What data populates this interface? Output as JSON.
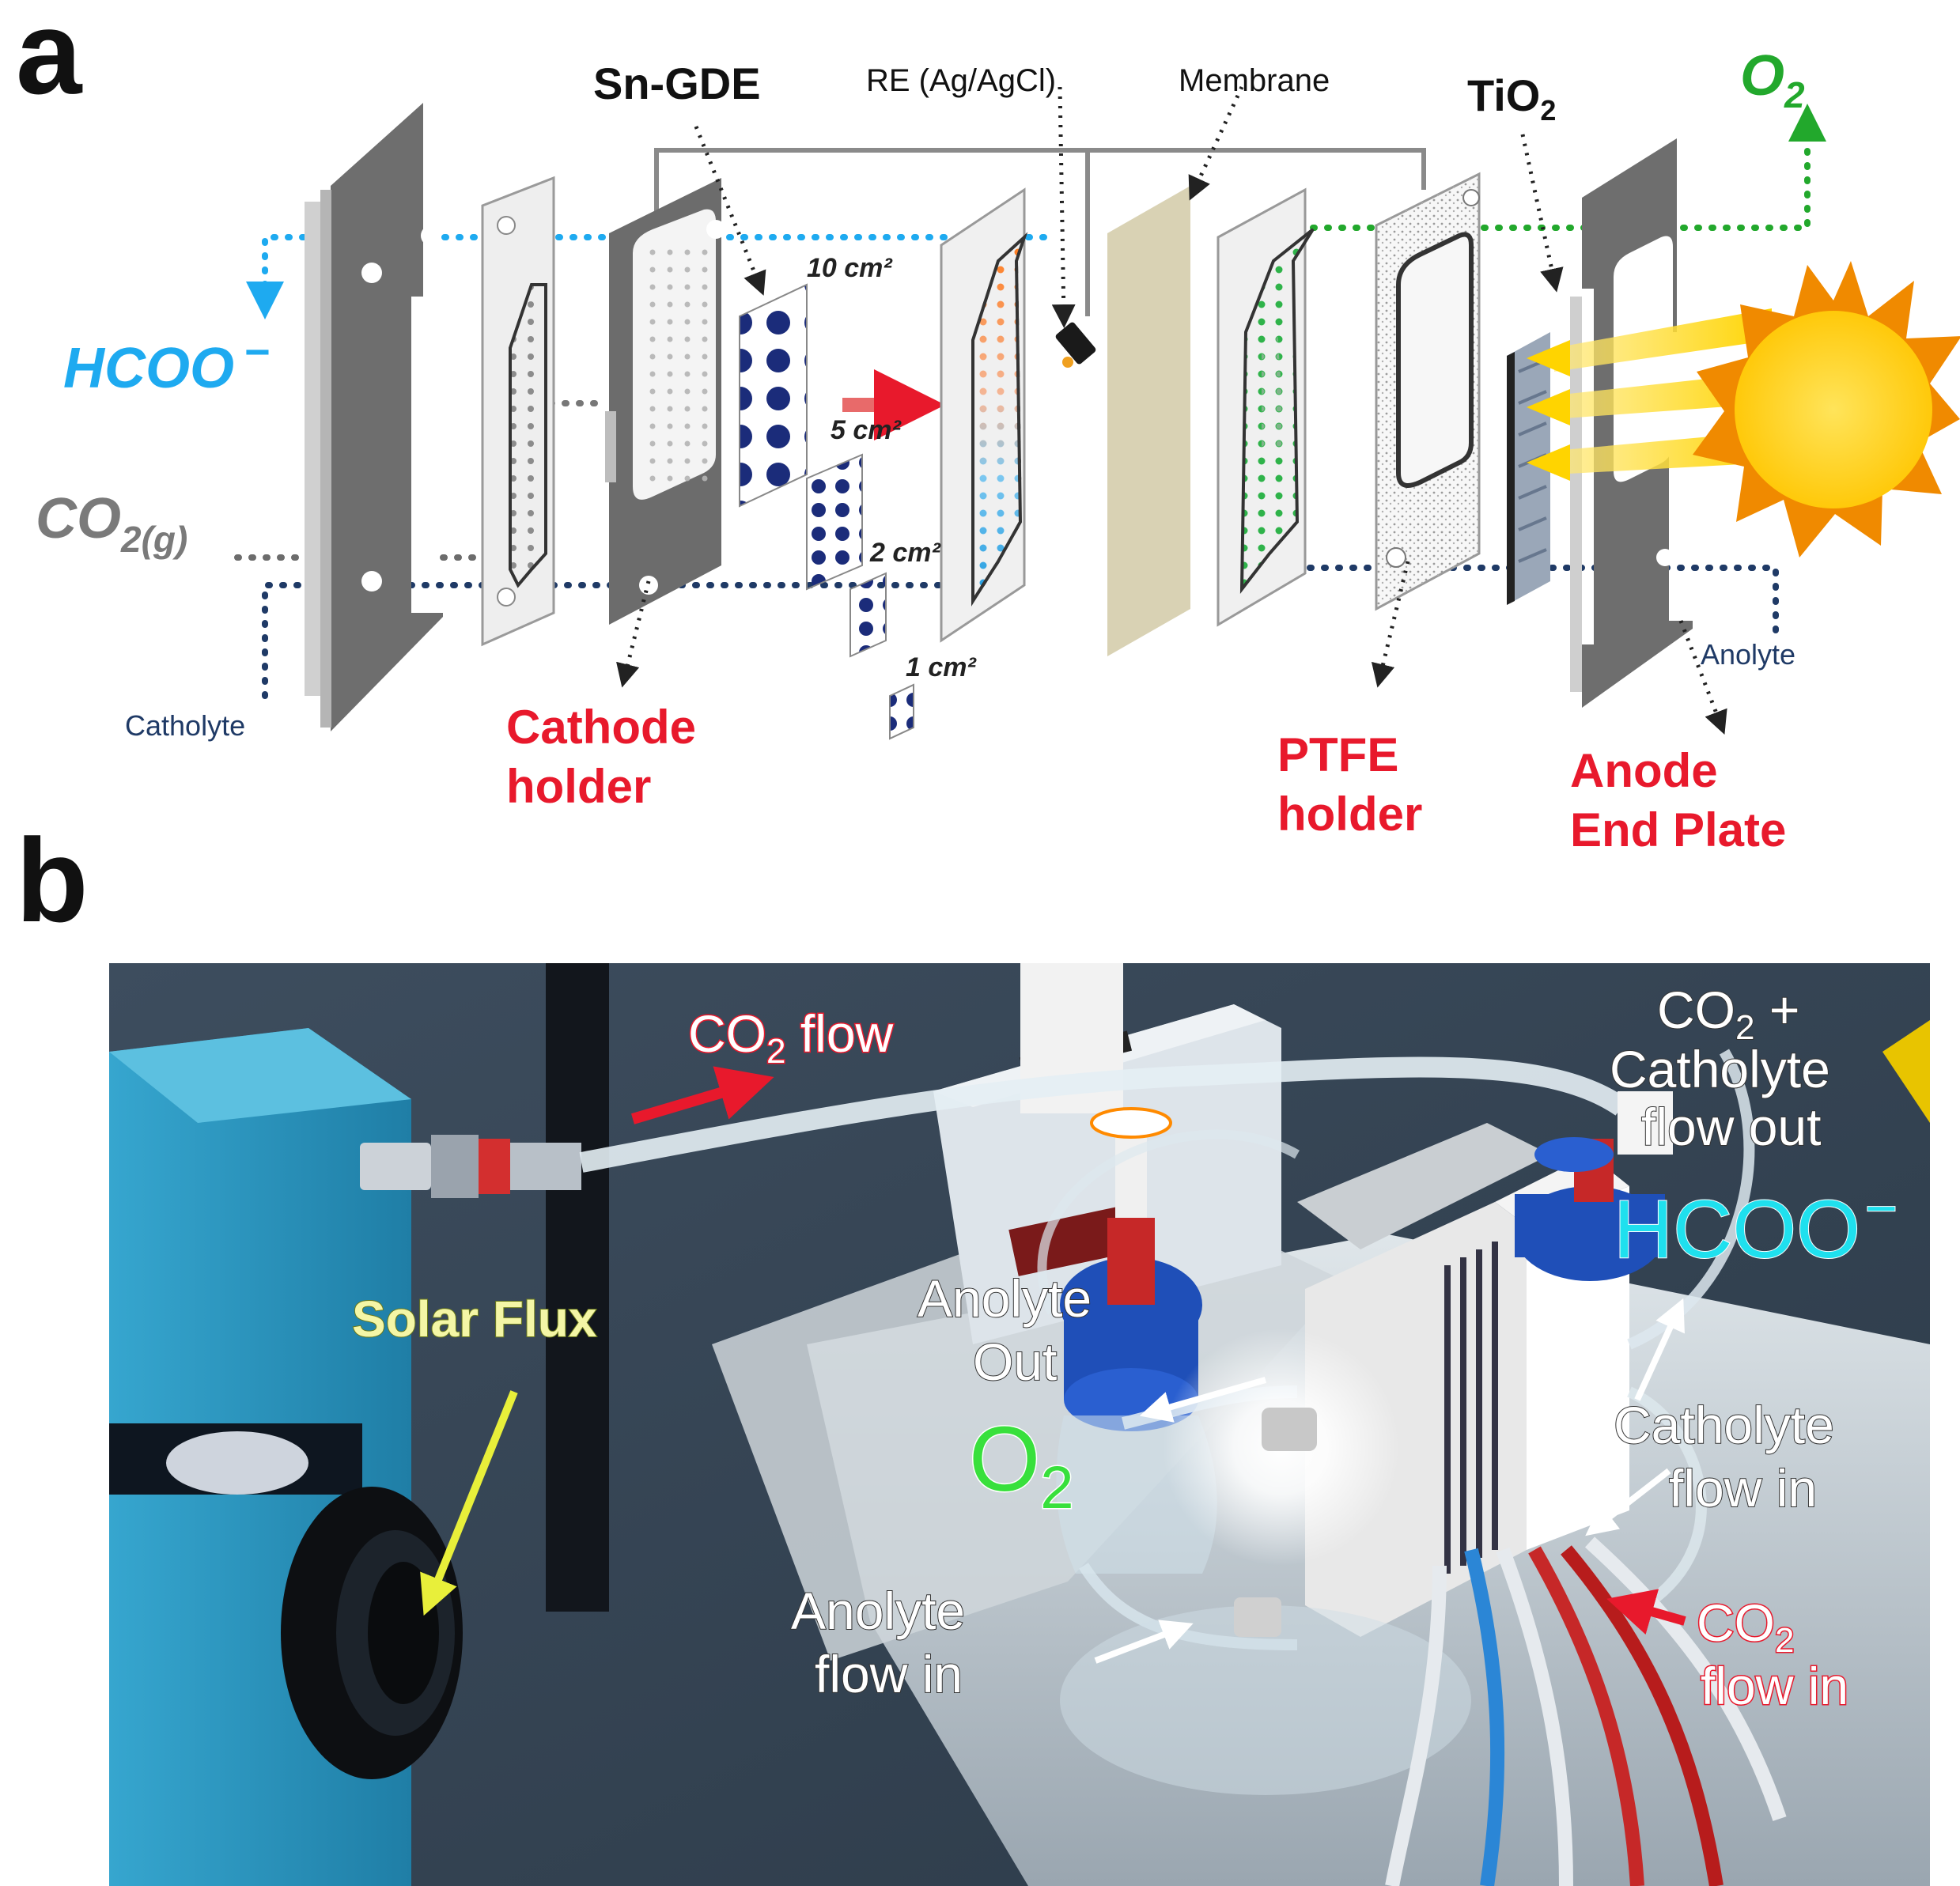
{
  "panel_a": {
    "letter": "a",
    "labels": {
      "sn_gde": "Sn-GDE",
      "re": "RE (Ag/AgCl)",
      "membrane": "Membrane",
      "tio2_main": "TiO",
      "tio2_sub": "2",
      "o2_main": "O",
      "o2_sub": "2",
      "hcoo": "HCOO",
      "hcoo_sup": "−",
      "co2g_main": "CO",
      "co2g_sub": "2(g)",
      "area_10": "10 cm²",
      "area_5": "5 cm²",
      "area_2": "2 cm²",
      "area_1": "1 cm²",
      "catholyte": "Catholyte",
      "anolyte": "Anolyte",
      "cathode_holder_1": "Cathode",
      "cathode_holder_2": "holder",
      "ptfe_holder_1": "PTFE",
      "ptfe_holder_2": "holder",
      "anode_plate_1": "Anode",
      "anode_plate_2": "End Plate"
    }
  },
  "panel_b": {
    "letter": "b",
    "labels": {
      "co2_flow_main": "CO",
      "co2_flow_sub": "2",
      "co2_flow_rest": " flow",
      "co2_cat_line1_main": "CO",
      "co2_cat_line1_sub": "2",
      "co2_cat_line1_rest": " +",
      "co2_cat_line2": "Catholyte",
      "co2_cat_line3": "flow out",
      "hcoo": "HCOO",
      "hcoo_sup": "−",
      "solar_flux": "Solar Flux",
      "anolyte_out_1": "Anolyte",
      "anolyte_out_2": "Out",
      "o2_main": "O",
      "o2_sub": "2",
      "catholyte_in_1": "Catholyte",
      "catholyte_in_2": "flow in",
      "anolyte_in_1": "Anolyte",
      "anolyte_in_2": "flow in",
      "co2_in_main": "CO",
      "co2_in_sub": "2",
      "co2_in_2": "flow in"
    }
  },
  "colors": {
    "hcoo_blue": "#1eaaf0",
    "o2_green": "#22a82c",
    "label_red": "#e8192c",
    "catholyte_navy": "#1f3a66",
    "co2_gray": "#7a7a7a",
    "plate_gray": "#6e6e6e",
    "sun_yellow": "#ffd21a",
    "sun_orange": "#f08a00",
    "membrane_tan": "#d9d2b4",
    "photo_blue": "#2a93bf",
    "photo_dark": "#1d2a3a"
  }
}
